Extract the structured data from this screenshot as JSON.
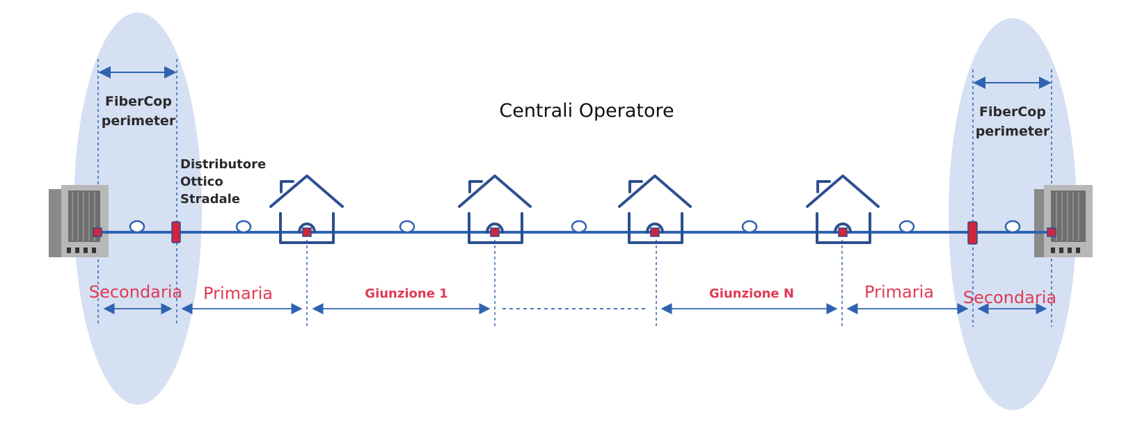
{
  "title": "Centrali Operatore",
  "perimeter": {
    "line1": "FiberCop",
    "line2": "perimeter"
  },
  "distributor": {
    "line1": "Distributore",
    "line2": "Ottico",
    "line3": "Stradale"
  },
  "segments": {
    "secondaria": "Secondaria",
    "primaria": "Primaria",
    "giunzione_1": "Giunzione 1",
    "giunzione_n": "Giunzione N"
  },
  "icons": {
    "central_office": "server-rack-icon",
    "junction": "house-icon",
    "distributor": "distributor-box-icon",
    "fiber_coil": "fiber-coil-icon"
  },
  "colors": {
    "fiber_line": "#2f63b0",
    "house_outline": "#2c4f8f",
    "connector": "#d0253f",
    "label_red": "#e03a55",
    "zone_fill": "#d5e0f3",
    "title_text": "#111111",
    "dark_text": "#2a2a2a"
  }
}
